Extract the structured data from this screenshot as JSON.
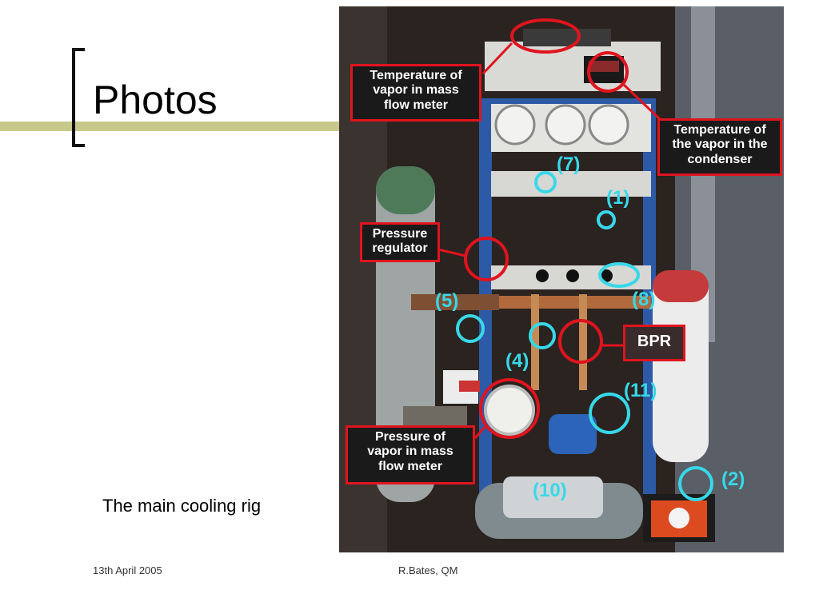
{
  "slide": {
    "title": "Photos",
    "caption": "The main cooling rig",
    "footer_date": "13th April 2005",
    "footer_author": "R.Bates, QM"
  },
  "photo_labels": {
    "temp_vapor_mass_flow": "Temperature of\nvapor in mass\nflow meter",
    "temp_vapor_condenser": "Temperature of\nthe vapor in the\ncondenser",
    "pressure_regulator": "Pressure\nregulator",
    "pressure_vapor_mass_flow": "Pressure of\nvapor in mass\nflow meter",
    "bpr": "BPR"
  },
  "photo_numbers": {
    "n1": "(1)",
    "n2": "(2)",
    "n4": "(4)",
    "n5": "(5)",
    "n7": "(7)",
    "n8": "(8)",
    "n10": "(10)",
    "n11": "(11)"
  },
  "colors": {
    "accent": "#c7c98a",
    "label_border": "#e0141e",
    "marker": "#38d8e8"
  }
}
